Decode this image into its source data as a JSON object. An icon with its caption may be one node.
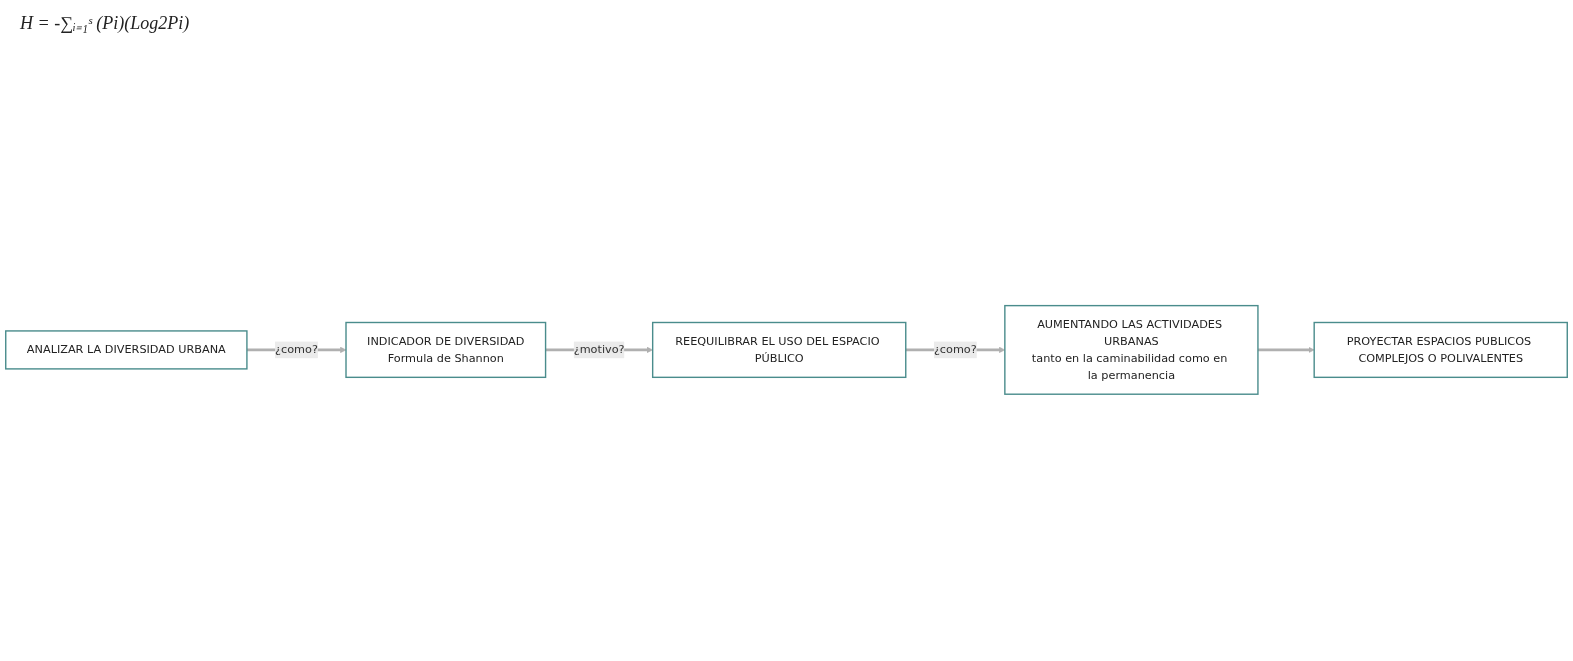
{
  "diagram": {
    "nodes": [
      {
        "text": [
          "ANALIZAR LA DIVERSIDAD URBANA"
        ]
      },
      {
        "text": [
          "INDICADOR DE DIVERSIDAD",
          "Formula de Shannon"
        ]
      },
      {
        "text": [
          "PROYECTAR ESPACIOS PUBLICOS COMPLEJOS O POLIVALENTES"
        ]
      },
      {
        "text": [
          "AUMENTANDO LAS ACTIVIDADES URBANAS",
          "tanto en la caminabilidad como en la permanencia"
        ]
      },
      {
        "text": [
          "REEQUILIBRAR EL USO DEL ESPACIO PÚBLICO"
        ]
      }
    ],
    "edges": [
      {
        "from": 0,
        "to": 1,
        "arrow": "to",
        "label": "¿como?"
      },
      {
        "from": 1,
        "to": 4,
        "arrow": "to",
        "label": "¿motivo?"
      },
      {
        "from": 4,
        "to": 3,
        "arrow": "to",
        "label": "¿como?"
      },
      {
        "from": 3,
        "to": 2,
        "arrow": "to"
      }
    ],
    "labels": [
      "H = -∑ᵢ₌₁ˢ (Pi)(Log2Pi)"
    ]
  }
}
